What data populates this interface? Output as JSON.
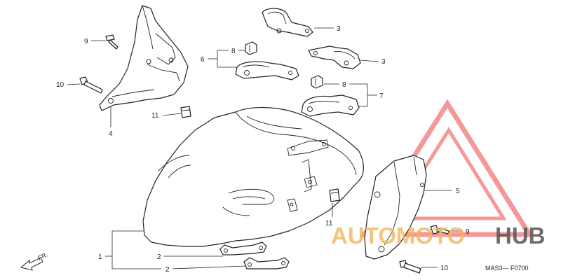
{
  "callouts": {
    "c1": "1",
    "c2a": "2",
    "c2b": "2",
    "c3a": "3",
    "c3b": "3",
    "c4": "4",
    "c5": "5",
    "c6": "6",
    "c7": "7",
    "c8a": "8",
    "c8b": "8",
    "c9a": "9",
    "c9b": "9",
    "c10a": "10",
    "c10b": "10",
    "c11a": "11",
    "c11b": "11"
  },
  "direction_label": "FR.",
  "diagram_code": "MAS3— F0700",
  "watermark": {
    "left": "AUTOMOTO",
    "right": "HUB",
    "color_left": "#f3b45a",
    "color_right": "#555555",
    "triangle_color": "#ee4444"
  }
}
